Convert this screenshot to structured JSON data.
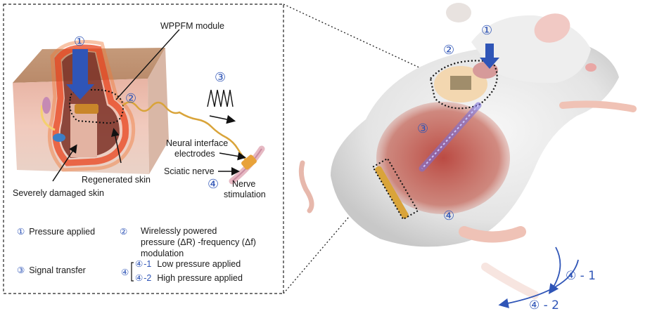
{
  "inset": {
    "module_label": "WPPFM module",
    "regenerated_label": "Regenerated skin",
    "damaged_label": "Severely damaged skin",
    "electrodes_label_1": "Neural interface",
    "electrodes_label_2": "electrodes",
    "sciatic_label": "Sciatic nerve",
    "stimulation_label_1": "Nerve",
    "stimulation_label_2": "stimulation",
    "marker_1": "①",
    "marker_2": "②",
    "marker_3": "③",
    "marker_4": "④"
  },
  "legend": {
    "item1_num": "①",
    "item1_text": "Pressure applied",
    "item2_num": "②",
    "item2_text_1": "Wirelessly powered",
    "item2_text_2": "pressure (ΔR) -frequency (Δf)",
    "item2_text_3": "modulation",
    "item3_num": "③",
    "item3_text": "Signal transfer",
    "item4_num": "④",
    "item4a_num": "④",
    "item4a_suffix": "-1",
    "item4a_text": "Low pressure applied",
    "item4b_num": "④",
    "item4b_suffix": "-2",
    "item4b_text": "High pressure applied"
  },
  "rat": {
    "marker_1": "①",
    "marker_2": "②",
    "marker_3": "③",
    "marker_4": "④",
    "motion_1": "④ - 1",
    "motion_2": "④ - 2"
  },
  "colors": {
    "accent_blue": "#2f55b7",
    "heat_red": "#e8431c",
    "skin_tan": "#d7a58a",
    "rat_white": "#ececec",
    "muscle_red": "#b3493a",
    "wire_gold": "#d9a43a"
  }
}
